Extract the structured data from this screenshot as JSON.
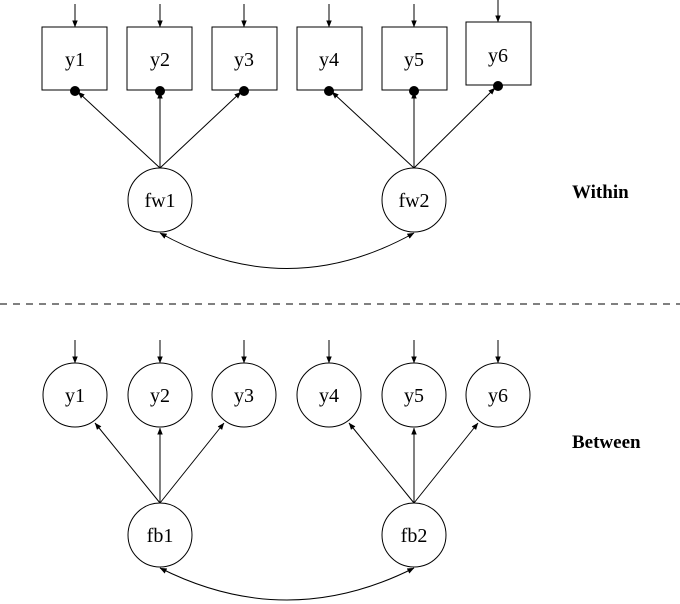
{
  "within": {
    "level_label": "Within",
    "indicators": [
      "y1",
      "y2",
      "y3",
      "y4",
      "y5",
      "y6"
    ],
    "factors": [
      "fw1",
      "fw2"
    ],
    "loadings": [
      {
        "factor": "fw1",
        "indicator": "y1"
      },
      {
        "factor": "fw1",
        "indicator": "y2"
      },
      {
        "factor": "fw1",
        "indicator": "y3"
      },
      {
        "factor": "fw2",
        "indicator": "y4"
      },
      {
        "factor": "fw2",
        "indicator": "y5"
      },
      {
        "factor": "fw2",
        "indicator": "y6"
      }
    ],
    "covariance": [
      "fw1",
      "fw2"
    ]
  },
  "between": {
    "level_label": "Between",
    "indicators": [
      "y1",
      "y2",
      "y3",
      "y4",
      "y5",
      "y6"
    ],
    "factors": [
      "fb1",
      "fb2"
    ],
    "loadings": [
      {
        "factor": "fb1",
        "indicator": "y1"
      },
      {
        "factor": "fb1",
        "indicator": "y2"
      },
      {
        "factor": "fb1",
        "indicator": "y3"
      },
      {
        "factor": "fb2",
        "indicator": "y4"
      },
      {
        "factor": "fb2",
        "indicator": "y5"
      },
      {
        "factor": "fb2",
        "indicator": "y6"
      }
    ],
    "covariance": [
      "fb1",
      "fb2"
    ]
  }
}
